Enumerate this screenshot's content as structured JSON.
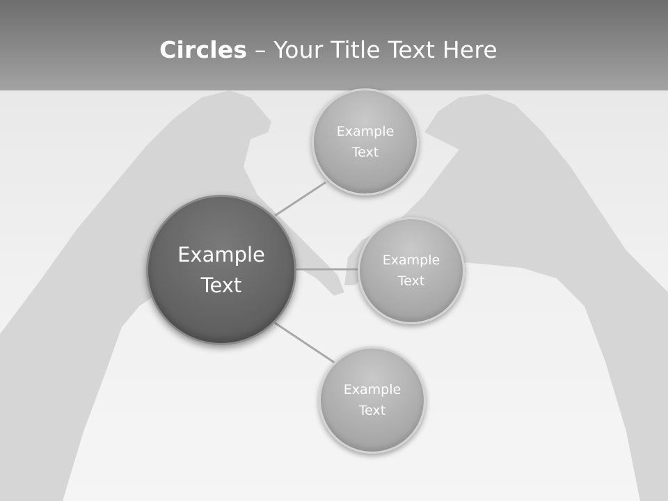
{
  "title": {
    "bold": "Circles",
    "rest": " – Your Title Text Here"
  },
  "diagram": {
    "center": {
      "label": "Example\nText"
    },
    "satellites": [
      {
        "label": "Example\nText"
      },
      {
        "label": "Example\nText"
      },
      {
        "label": "Example\nText"
      }
    ]
  },
  "colors": {
    "header_band": "#7a7a7a",
    "center_circle": "#666666",
    "satellite_circle": "#b0b0b0",
    "connector": "#a8a8a8",
    "text": "#ffffff"
  }
}
